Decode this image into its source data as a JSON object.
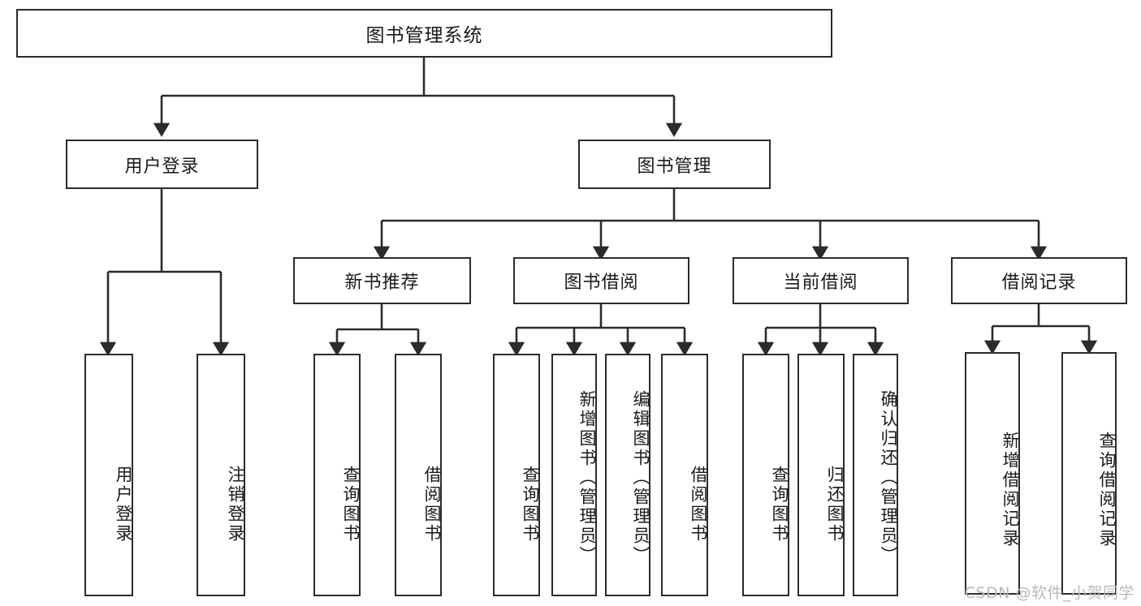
{
  "diagram": {
    "title": "图书管理系统",
    "type": "tree",
    "watermark": "CSDN @软件_小贺同学",
    "colors": {
      "box_border": "#2b2b2b",
      "box_fill": "#ffffff",
      "connector": "#2b2b2b",
      "text": "#1a1a1a",
      "watermark": "#b9b9b9",
      "background": "#ffffff"
    },
    "levels": {
      "root": "图书管理系统",
      "level2": [
        "用户登录",
        "图书管理"
      ],
      "level3": [
        "新书推荐",
        "图书借阅",
        "当前借阅",
        "借阅记录"
      ]
    },
    "root": {
      "label": "图书管理系统"
    },
    "level2": [
      {
        "label": "用户登录"
      },
      {
        "label": "图书管理"
      }
    ],
    "level3": [
      {
        "label": "新书推荐"
      },
      {
        "label": "图书借阅"
      },
      {
        "label": "当前借阅"
      },
      {
        "label": "借阅记录"
      }
    ],
    "leaves": {
      "user_login": [
        {
          "label": "用户登录"
        },
        {
          "label": "注销登录"
        }
      ],
      "new_book_recommend": [
        {
          "label": "查询图书"
        },
        {
          "label": "借阅图书"
        }
      ],
      "book_borrow": [
        {
          "label": "查询图书"
        },
        {
          "label": "新增图书（管理员）"
        },
        {
          "label": "编辑图书（管理员）"
        },
        {
          "label": "借阅图书"
        }
      ],
      "current_borrow": [
        {
          "label": "查询图书"
        },
        {
          "label": "归还图书"
        },
        {
          "label": "确认归还（管理员）"
        }
      ],
      "borrow_record": [
        {
          "label": "新增借阅记录"
        },
        {
          "label": "查询借阅记录"
        }
      ]
    }
  }
}
